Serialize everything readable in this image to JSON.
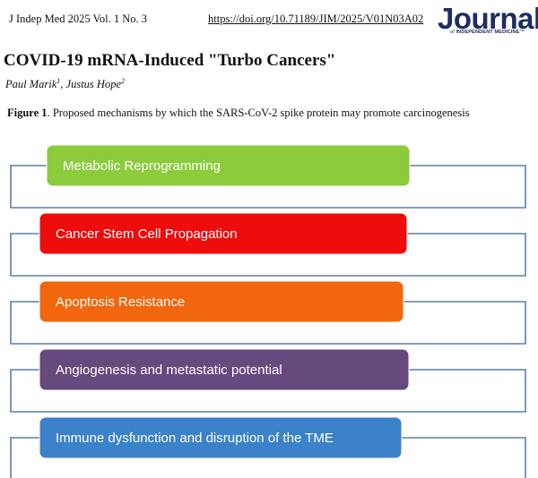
{
  "header": {
    "journal_citation": "J Indep Med 2025 Vol. 1 No. 3",
    "doi": "https://doi.org/10.71189/JIM/2025/V01N03A02",
    "logo": {
      "word": "Journal",
      "tagline_prefix": "of ",
      "tagline_main": "INDEPENDENT MEDICINE",
      "tagline_suffix": "™",
      "color": "#1e2d62"
    }
  },
  "paper": {
    "title": "COVID-19 mRNA-Induced \"Turbo Cancers\"",
    "authors": [
      {
        "name": "Paul Marik",
        "affiliation": "1",
        "separator": ", "
      },
      {
        "name": "Justus Hope",
        "affiliation": "2",
        "separator": ""
      }
    ]
  },
  "figure": {
    "label": "Figure 1",
    "caption": ". Proposed mechanisms by which the SARS-CoV-2 spike protein may promote carcinogenesis",
    "bracket_color": "#5b7fa8",
    "items": [
      {
        "label": "Metabolic Reprogramming",
        "color": "#8bcb3c"
      },
      {
        "label": "Cancer Stem Cell Propagation",
        "color": "#ee0c0c"
      },
      {
        "label": "Apoptosis Resistance",
        "color": "#f2660e"
      },
      {
        "label": "Angiogenesis and metastatic potential",
        "color": "#66497d"
      },
      {
        "label": "Immune dysfunction and disruption of the TME",
        "color": "#3c82c8"
      }
    ]
  }
}
